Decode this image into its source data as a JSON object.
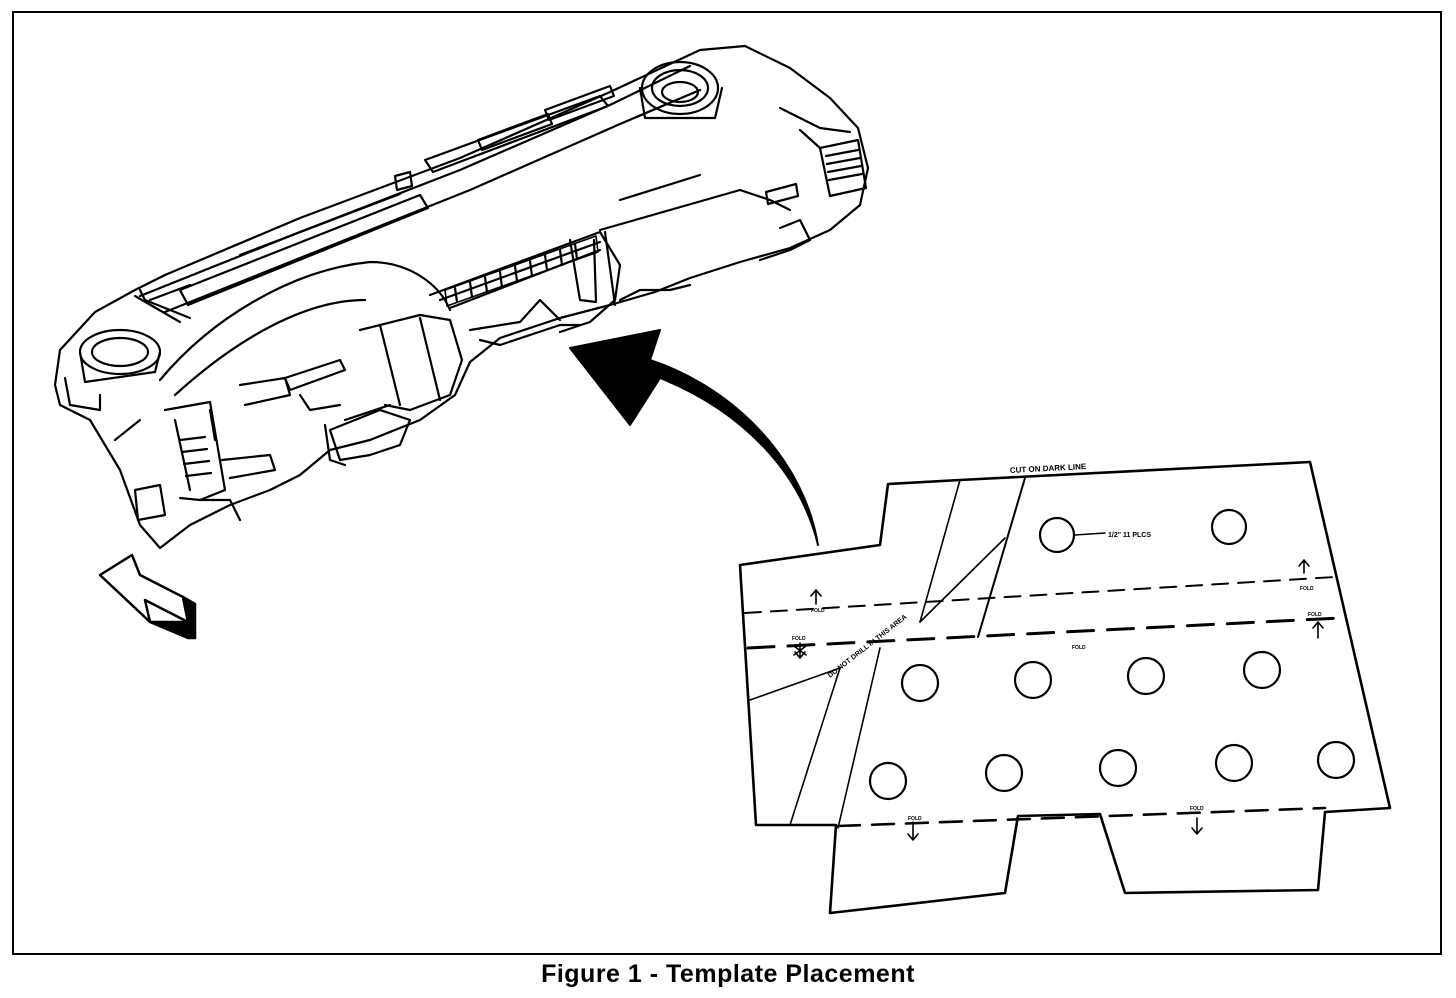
{
  "figure": {
    "caption": "Figure 1 - Template Placement"
  },
  "template": {
    "cut_label": "CUT ON DARK LINE",
    "hole_label": "1/2\" 11 PLCS",
    "no_drill_label": "DO NOT DRILL IN THIS AREA",
    "fold_label": "FOLD"
  },
  "colors": {
    "line": "#000000",
    "background": "#ffffff"
  }
}
